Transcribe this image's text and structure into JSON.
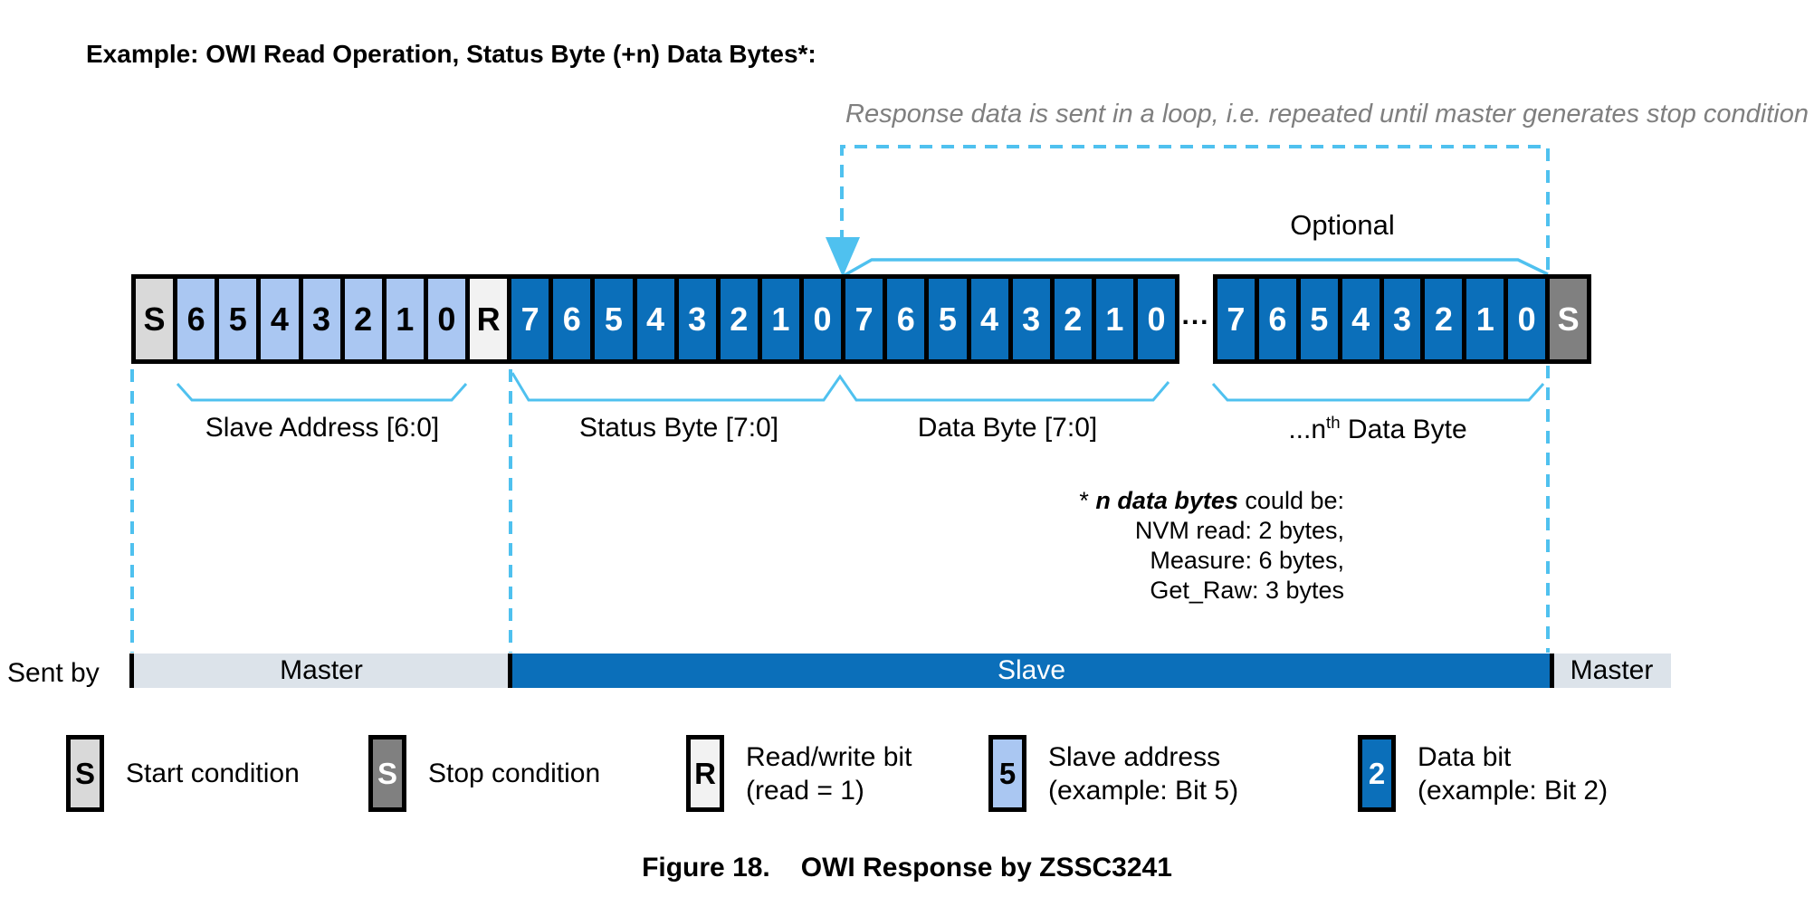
{
  "header": {
    "title": "Example: OWI Read Operation, Status Byte (+n) Data Bytes*:",
    "loop_note": "Response data is sent in a loop, i.e. repeated until master generates stop condition"
  },
  "annotations": {
    "optional_label": "Optional"
  },
  "bit_row": {
    "frame1": [
      "S",
      "6",
      "5",
      "4",
      "3",
      "2",
      "1",
      "0",
      "R",
      "7",
      "6",
      "5",
      "4",
      "3",
      "2",
      "1",
      "0",
      "7",
      "6",
      "5",
      "4",
      "3",
      "2",
      "1",
      "0"
    ],
    "gap": "...",
    "frame2": [
      "7",
      "6",
      "5",
      "4",
      "3",
      "2",
      "1",
      "0",
      "S"
    ]
  },
  "group_labels": {
    "slave_address": "Slave Address [6:0]",
    "status_byte": "Status Byte [7:0]",
    "data_byte": "Data Byte [7:0]",
    "nth_prefix": "...n",
    "nth_sup": "th",
    "nth_suffix": " Data Byte"
  },
  "footnote": {
    "star": "* ",
    "emph": "n data bytes",
    "rest": " could be:",
    "lines": [
      "NVM read: 2 bytes,",
      "Measure: 6 bytes,",
      "Get_Raw: 3 bytes"
    ]
  },
  "sent_by": {
    "label": "Sent by",
    "segments": [
      {
        "label": "Master"
      },
      {
        "label": "Slave"
      },
      {
        "label": "Master"
      }
    ]
  },
  "legend": {
    "items": [
      {
        "symbol": "S",
        "line1": "Start condition",
        "line2": ""
      },
      {
        "symbol": "S",
        "line1": "Stop condition",
        "line2": ""
      },
      {
        "symbol": "R",
        "line1": "Read/write bit",
        "line2": "(read = 1)"
      },
      {
        "symbol": "5",
        "line1": "Slave address",
        "line2": "(example: Bit 5)"
      },
      {
        "symbol": "2",
        "line1": "Data bit",
        "line2": "(example: Bit 2)"
      }
    ]
  },
  "caption": {
    "figure_label": "Figure 18.",
    "figure_title": "OWI Response by ZSSC3241"
  },
  "colors": {
    "data_bit_blue": "#0b6fba",
    "slave_address_blue": "#aac7f2",
    "start_condition_gray": "#d9d9d9",
    "stop_condition_gray": "#808080",
    "read_write_white": "#f2f2f2",
    "annotation_sky_blue": "#4fc1ef",
    "sent_by_master_gray": "#dce3ea",
    "note_gray": "#7f7f7f"
  }
}
